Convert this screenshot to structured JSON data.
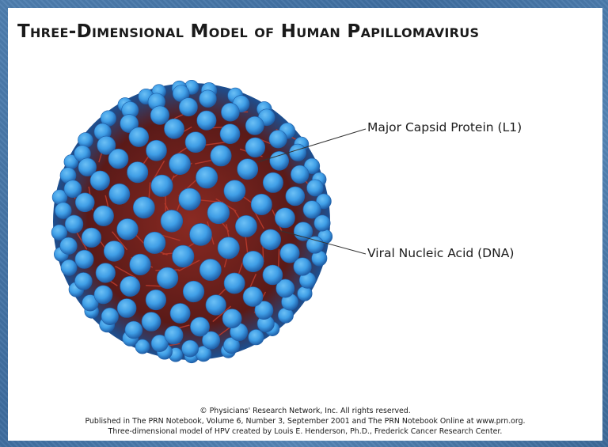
{
  "title": "Three-Dimensional Model of Human Papillomavirus",
  "labels": {
    "capsid": "Major Capsid Protein (L1)",
    "dna": "Viral Nucleic Acid (DNA)"
  },
  "credits": {
    "line1": "© Physicians' Research Network, Inc. All rights reserved.",
    "line2": "Published in The PRN Notebook, Volume 6, Number 3, September 2001 and The PRN Notebook Online at  www.prn.org.",
    "line3": "Three-dimensional model of HPV created by Louis E. Henderson, Ph.D., Frederick Cancer Research Center."
  },
  "colors": {
    "capsomere": "#3f9ee6",
    "capsomere_dark": "#1f5fa8",
    "nucleic": "#b3382a",
    "leader": "#333333"
  }
}
